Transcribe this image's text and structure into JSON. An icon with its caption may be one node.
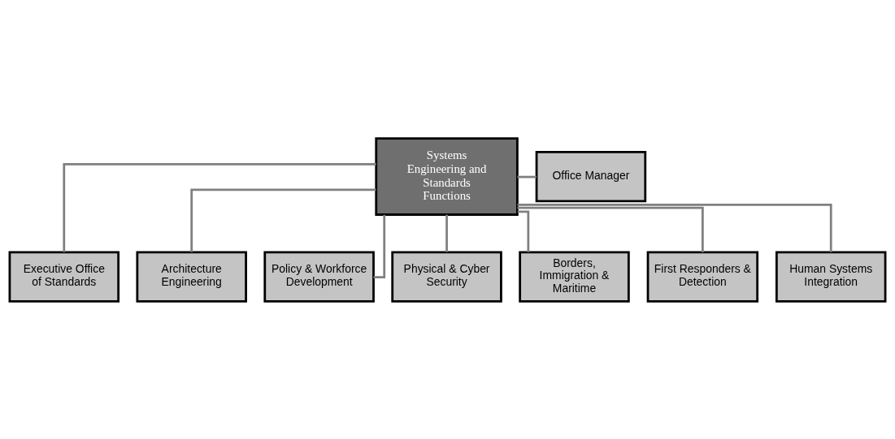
{
  "diagram": {
    "nodes": [
      {
        "text": [
          "Systems Engineering and Standards Functions"
        ]
      },
      {
        "text": [
          "Office Manager"
        ]
      },
      {
        "text": [
          "Executive Office of Standards"
        ]
      },
      {
        "text": [
          "Architecture Engineering"
        ]
      },
      {
        "text": [
          "Policy & Workforce Development"
        ]
      },
      {
        "text": [
          "Physical & Cyber Security"
        ]
      },
      {
        "text": [
          "Borders, Immigration & Maritime"
        ]
      },
      {
        "text": [
          "First Responders & Detection"
        ]
      },
      {
        "text": [
          "Human Systems Integration"
        ]
      }
    ],
    "edges": [
      {
        "from": 0,
        "to": 1,
        "arrow": "none"
      },
      {
        "from": 0,
        "to": 2,
        "arrow": "none"
      },
      {
        "from": 0,
        "to": 3,
        "arrow": "none"
      },
      {
        "from": 0,
        "to": 4,
        "arrow": "none"
      },
      {
        "from": 0,
        "to": 5,
        "arrow": "none"
      },
      {
        "from": 0,
        "to": 6,
        "arrow": "none"
      },
      {
        "from": 0,
        "to": 7,
        "arrow": "none"
      },
      {
        "from": 0,
        "to": 8,
        "arrow": "none"
      }
    ]
  }
}
